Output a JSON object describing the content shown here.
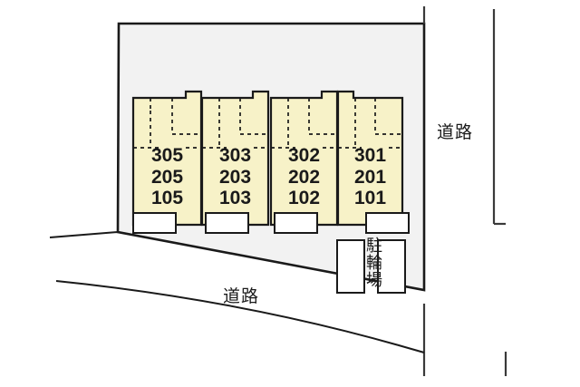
{
  "diagram": {
    "title": "apartment-site-plan",
    "colors": {
      "building_fill": "#f7f2c8",
      "site_fill": "#f2f2f2",
      "outline": "#1a1a1a",
      "balcony_fill": "#ffffff",
      "page_background": "#ffffff"
    },
    "buildings": [
      {
        "name": "block-305",
        "units": [
          "305",
          "205",
          "105"
        ],
        "floors": 3
      },
      {
        "name": "block-303",
        "units": [
          "303",
          "203",
          "103"
        ],
        "floors": 3
      },
      {
        "name": "block-302",
        "units": [
          "302",
          "202",
          "102"
        ],
        "floors": 3
      },
      {
        "name": "block-301",
        "units": [
          "301",
          "201",
          "101"
        ],
        "floors": 3
      }
    ],
    "facilities": [
      {
        "name": "bicycle-parking",
        "label": "駐輪場",
        "label_chars": [
          "駐",
          "輪",
          "場"
        ],
        "orientation": "vertical"
      }
    ],
    "roads": [
      {
        "name": "road-east",
        "label": "道路",
        "position": "right"
      },
      {
        "name": "road-south",
        "label": "道路",
        "position": "bottom"
      }
    ]
  }
}
